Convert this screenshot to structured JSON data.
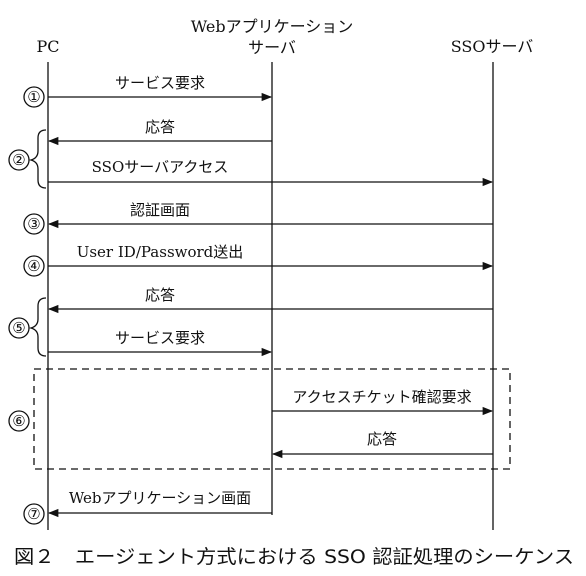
{
  "participants": [
    {
      "id": "pc",
      "label_lines": [
        "PC"
      ]
    },
    {
      "id": "web",
      "label_lines": [
        "Webアプリケーション",
        "サーバ"
      ]
    },
    {
      "id": "sso",
      "label_lines": [
        "SSOサーバ"
      ]
    }
  ],
  "steps": [
    {
      "num": "①"
    },
    {
      "num": "②"
    },
    {
      "num": "③"
    },
    {
      "num": "④"
    },
    {
      "num": "⑤"
    },
    {
      "num": "⑥"
    },
    {
      "num": "⑦"
    }
  ],
  "messages": [
    {
      "from": "pc",
      "to": "web",
      "label": "サービス要求"
    },
    {
      "from": "web",
      "to": "pc",
      "label": "応答"
    },
    {
      "from": "pc",
      "to": "sso",
      "label": "SSOサーバアクセス"
    },
    {
      "from": "sso",
      "to": "pc",
      "label": "認証画面"
    },
    {
      "from": "pc",
      "to": "sso",
      "label": "User ID/Password送出"
    },
    {
      "from": "sso",
      "to": "pc",
      "label": "応答"
    },
    {
      "from": "pc",
      "to": "web",
      "label": "サービス要求"
    },
    {
      "from": "web",
      "to": "sso",
      "label": "アクセスチケット確認要求"
    },
    {
      "from": "sso",
      "to": "web",
      "label": "応答"
    },
    {
      "from": "web",
      "to": "pc",
      "label": "Webアプリケーション画面"
    }
  ],
  "caption": "図２　エージェント方式における SSO 認証処理のシーケンス"
}
